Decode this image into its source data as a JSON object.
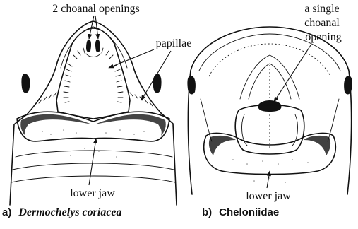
{
  "panel_a": {
    "label_choanal": "2 choanal openings",
    "label_papillae": "papillae",
    "label_lower_jaw": "lower jaw",
    "caption_letter": "a)",
    "caption_name": "Dermochelys coriacea"
  },
  "panel_b": {
    "label_choanal_line1": "a single",
    "label_choanal_line2": "choanal",
    "label_choanal_line3": "opening",
    "label_lower_jaw": "lower jaw",
    "caption_letter": "b)",
    "caption_name": "Cheloniidae"
  }
}
